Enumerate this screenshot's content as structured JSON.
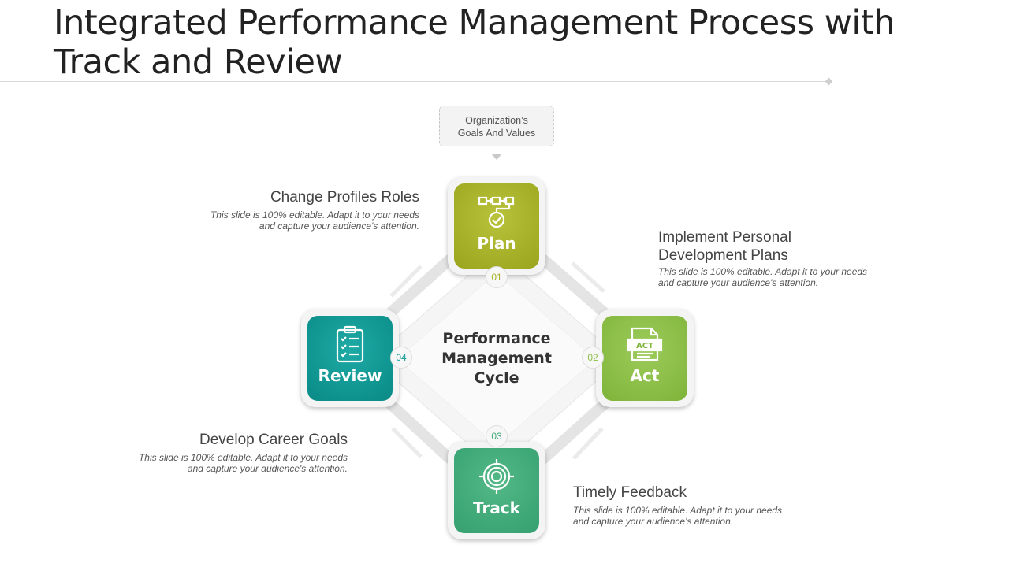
{
  "slide": {
    "title": "Integrated Performance Management Process with Track and Review"
  },
  "callout": {
    "line1": "Organization’s",
    "line2": "Goals And Values"
  },
  "center": {
    "line1": "Performance",
    "line2": "Management",
    "line3": "Cycle"
  },
  "steps": [
    {
      "label": "Plan",
      "number": "01",
      "icon": "workflow-check-icon",
      "color": "#a8b227"
    },
    {
      "label": "Act",
      "number": "02",
      "icon": "act-document-icon",
      "color": "#8cbf45"
    },
    {
      "label": "Track",
      "number": "03",
      "icon": "target-icon",
      "color": "#3ea978"
    },
    {
      "label": "Review",
      "number": "04",
      "icon": "clipboard-checklist-icon",
      "color": "#0f9a96"
    }
  ],
  "texts": [
    {
      "title": "Change Profiles Roles",
      "body1": "This slide is 100% editable. Adapt it to your needs",
      "body2": "and capture your audience's attention."
    },
    {
      "title1": "Implement Personal",
      "title2": "Development Plans",
      "body1": "This slide is 100% editable. Adapt it to your needs",
      "body2": "and capture your audience's attention."
    },
    {
      "title": "Develop Career Goals",
      "body1": "This slide is 100% editable. Adapt it to your needs",
      "body2": "and capture your audience's attention."
    },
    {
      "title": "Timely Feedback",
      "body1": "This slide is 100% editable. Adapt it to your needs",
      "body2": "and capture your audience's attention."
    }
  ]
}
